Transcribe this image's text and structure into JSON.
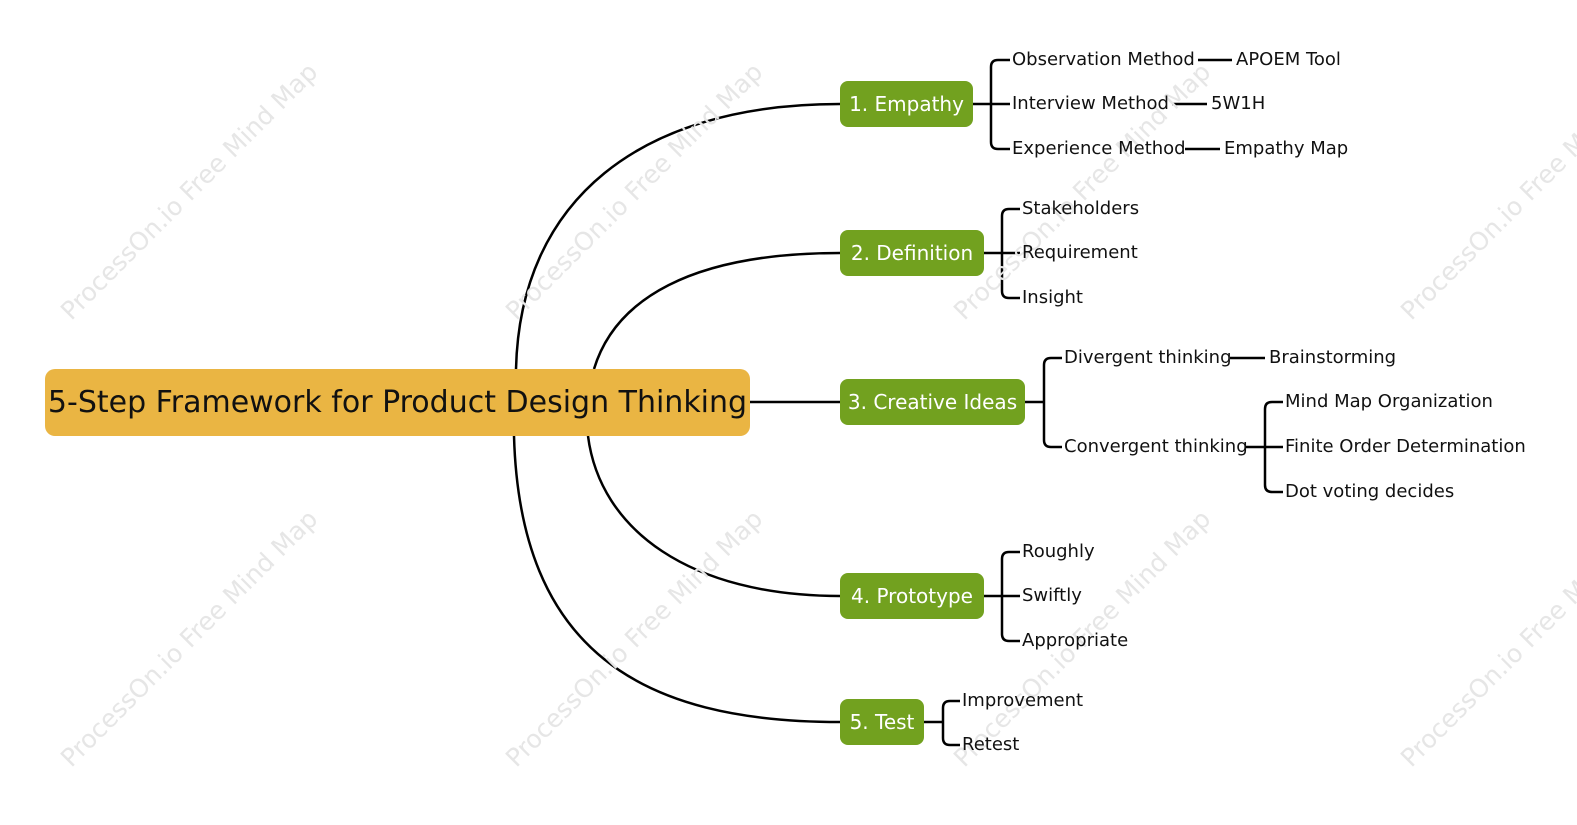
{
  "colors": {
    "root": "#eab543",
    "step": "#72a11f",
    "line": "#000000",
    "watermark": "#e6e6e6"
  },
  "watermark_text": "ProcessOn.io Free Mind Map",
  "root": {
    "label": "5-Step Framework for Product Design Thinking"
  },
  "steps": [
    {
      "label": "1. Empathy",
      "children": [
        {
          "label": "Observation Method",
          "children": [
            {
              "label": "APOEM Tool"
            }
          ]
        },
        {
          "label": "Interview Method",
          "children": [
            {
              "label": "5W1H"
            }
          ]
        },
        {
          "label": "Experience Method",
          "children": [
            {
              "label": "Empathy Map"
            }
          ]
        }
      ]
    },
    {
      "label": "2. Definition",
      "children": [
        {
          "label": "Stakeholders"
        },
        {
          "label": "Requirement"
        },
        {
          "label": "Insight"
        }
      ]
    },
    {
      "label": "3. Creative Ideas",
      "children": [
        {
          "label": "Divergent thinking",
          "children": [
            {
              "label": "Brainstorming"
            }
          ]
        },
        {
          "label": "Convergent thinking",
          "children": [
            {
              "label": "Mind Map Organization"
            },
            {
              "label": "Finite Order Determination"
            },
            {
              "label": "Dot voting decides"
            }
          ]
        }
      ]
    },
    {
      "label": "4. Prototype",
      "children": [
        {
          "label": "Roughly"
        },
        {
          "label": "Swiftly"
        },
        {
          "label": "Appropriate"
        }
      ]
    },
    {
      "label": "5. Test",
      "children": [
        {
          "label": "Improvement"
        },
        {
          "label": "Retest"
        }
      ]
    }
  ]
}
